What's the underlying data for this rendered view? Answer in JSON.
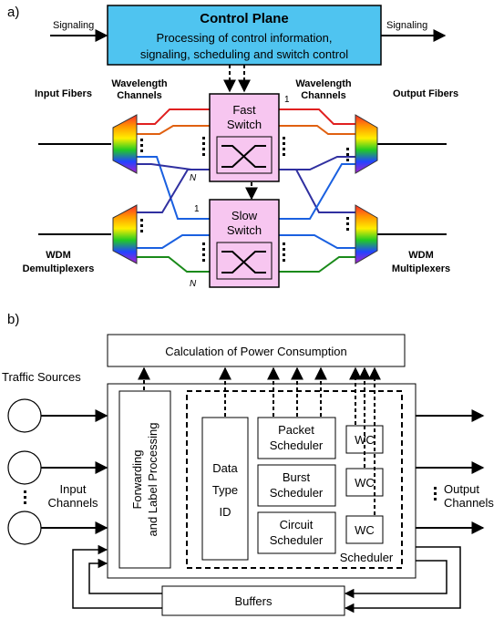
{
  "panel_a": {
    "label": "a)",
    "control_plane": {
      "title": "Control Plane",
      "line1": "Processing of control information,",
      "line2": "signaling, scheduling and switch control",
      "fill": "#4fc4f0"
    },
    "signaling_in": "Signaling",
    "signaling_out": "Signaling",
    "input_fibers": "Input Fibers",
    "output_fibers": "Output Fibers",
    "wavelength_left_1": "Wavelength",
    "wavelength_left_2": "Channels",
    "wavelength_right_1": "Wavelength",
    "wavelength_right_2": "Channels",
    "fast_switch_1": "Fast",
    "fast_switch_2": "Switch",
    "slow_switch_1": "Slow",
    "slow_switch_2": "Switch",
    "port_1_fast": "1",
    "port_n_fast": "N",
    "port_1_slow": "1",
    "port_n_slow": "N",
    "demux_1": "WDM",
    "demux_2": "Demultiplexers",
    "mux_1": "WDM",
    "mux_2": "Multiplexers",
    "switch_fill": "#f7c6f0",
    "channel_colors": [
      "#e02020",
      "#e06010",
      "#1a60e0",
      "#3030a0",
      "#1a8a1a"
    ]
  },
  "panel_b": {
    "label": "b)",
    "power": "Calculation of Power Consumption",
    "traffic_sources": "Traffic Sources",
    "input_1": "Input",
    "input_2": "Channels",
    "output_1": "Output",
    "output_2": "Channels",
    "forwarding_1": "Forwarding",
    "forwarding_2": "and Label Processing",
    "data_1": "Data",
    "data_2": "Type",
    "data_3": "ID",
    "packet_1": "Packet",
    "packet_2": "Scheduler",
    "burst_1": "Burst",
    "burst_2": "Scheduler",
    "circuit_1": "Circuit",
    "circuit_2": "Scheduler",
    "wc": [
      "WC",
      "WC",
      "WC"
    ],
    "scheduler": "Scheduler",
    "buffers": "Buffers"
  }
}
